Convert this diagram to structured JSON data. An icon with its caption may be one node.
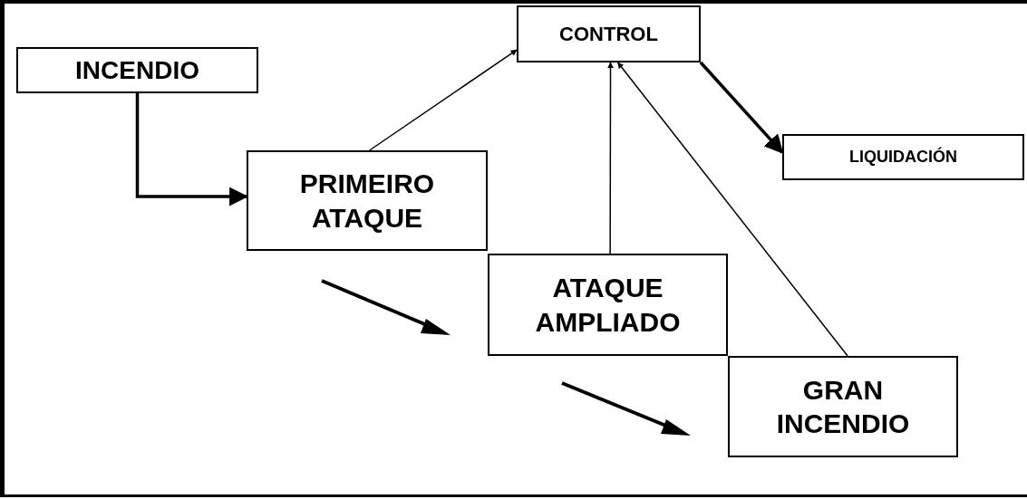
{
  "diagram": {
    "nodes": [
      {
        "text": [
          "INCENDIO"
        ]
      },
      {
        "text": [
          "PRIMEIRO ATAQUE"
        ]
      },
      {
        "text": [
          "CONTROL"
        ]
      },
      {
        "text": [
          "LIQUIDACIÓN"
        ]
      },
      {
        "text": [
          "ATAQUE AMPLIADO"
        ]
      },
      {
        "text": [
          "GRAN INCENDIO"
        ]
      }
    ],
    "edges": [
      {
        "from": 0,
        "to": 1,
        "arrow": "to",
        "style": "thick"
      },
      {
        "from": 1,
        "to": 2,
        "arrow": "to"
      },
      {
        "from": 4,
        "to": 2,
        "arrow": "to"
      },
      {
        "from": 5,
        "to": 2,
        "arrow": "to"
      },
      {
        "from": 2,
        "to": 3,
        "arrow": "to",
        "style": "thick"
      }
    ]
  }
}
